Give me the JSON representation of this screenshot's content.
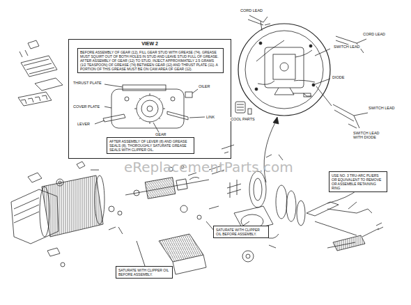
{
  "diagram": {
    "nodes": [
      {
        "text": [
          "VIEW 2"
        ]
      },
      {
        "text": [
          "BEFORE ASSEMBLY OF GEAR (12), FILL GEAR STUD WITH GREASE (74). GREASE MUST SQUIRT OUT OF BOTH HOLES IN STUD AND LEAVE STUD FULL OF GREASE. AFTER ASSEMBLY OF GEAR (12) TO STUD, INJECT APPROXIMATELY 2.5 GRAMS (1/2 TEASPOON) OF GREASE (74) BETWEEN GEAR (12) AND THRUST PLATE (11). A PORTION OF THIS GREASE MUST BE ON CAM AREA OF GEAR (12)."
        ],
        "in": 0
      },
      {
        "text": [
          "AFTER ASSEMBLY OF LEVER (8) AND GREASE SEALS (8), THOROUGHLY SATURATE GREASE SEALS WITH CLIPPER OIL."
        ],
        "in": 0
      },
      {
        "text": [
          "USE NO. 3 TRU-ARC PLIERS OR EQUIVALENT TO REMOVE OR ASSEMBLE RETAINING RING"
        ]
      },
      {
        "text": [
          "SATURATE WITH CLIPPER OIL BEFORE ASSEMBLY."
        ]
      },
      {
        "text": [
          "SATURATE WITH CLIPPER OIL BEFORE ASSEMBLY."
        ]
      }
    ],
    "labels": [
      "THRUST PLATE",
      "OILER",
      "COVER PLATE",
      "LINK",
      "LEVER",
      "GEAR",
      "CORD LEAD",
      "CORD LEAD",
      "SWITCH LEAD",
      "DIODE",
      "SWITCH LEAD",
      "SWITCH LEAD WITH DIODE",
      "COOL PARTS",
      "eReplacementParts.com"
    ]
  }
}
